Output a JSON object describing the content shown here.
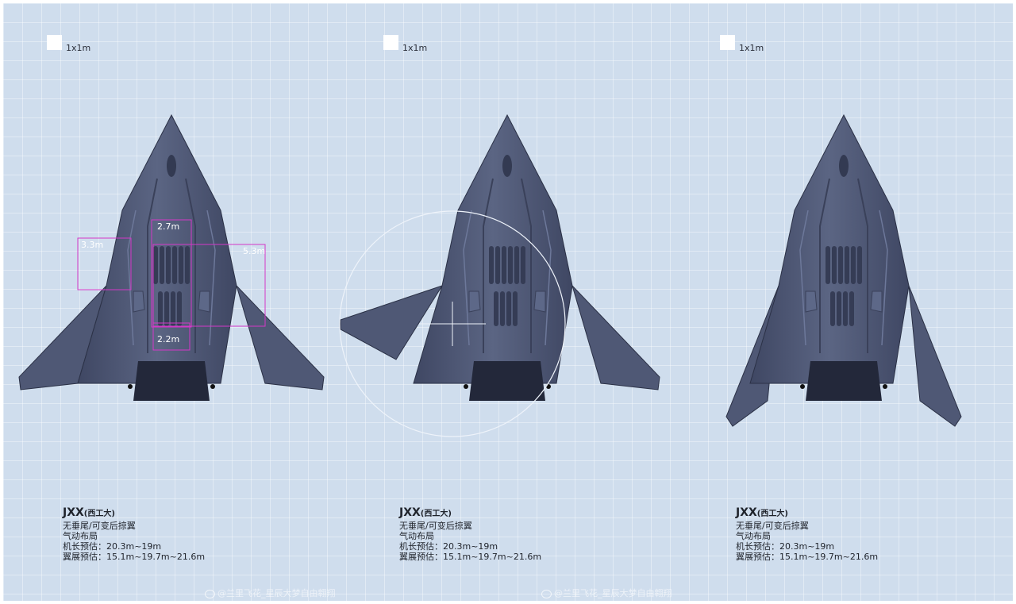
{
  "scale_label": "1x1m",
  "panels": [
    {
      "name": "panel-1",
      "title": "JXX",
      "subtitle": "(西工大)",
      "lines": [
        "无垂尾/可变后掠翼",
        "气动布局",
        "机长预估：20.3m~19m",
        "翼展预估：15.1m~19.7m~21.6m"
      ],
      "dimensions": [
        "2.7m",
        "3.3m",
        "5.3m",
        "2.2m"
      ]
    },
    {
      "name": "panel-2",
      "title": "JXX",
      "subtitle": "(西工大)",
      "lines": [
        "无垂尾/可变后掠翼",
        "气动布局",
        "机长预估：20.3m~19m",
        "翼展预估：15.1m~19.7m~21.6m"
      ]
    },
    {
      "name": "panel-3",
      "title": "JXX",
      "subtitle": "(西工大)",
      "lines": [
        "无垂尾/可变后掠翼",
        "气动布局",
        "机长预估：20.3m~19m",
        "翼展预估：15.1m~19.7m~21.6m"
      ]
    }
  ],
  "watermark": "@兰里飞花_星辰大梦自由翱翔",
  "colors": {
    "background": "#cfdded",
    "aircraft_body": "#4b5470",
    "aircraft_dark": "#2b3146",
    "dimension_box": "#d438c8"
  }
}
